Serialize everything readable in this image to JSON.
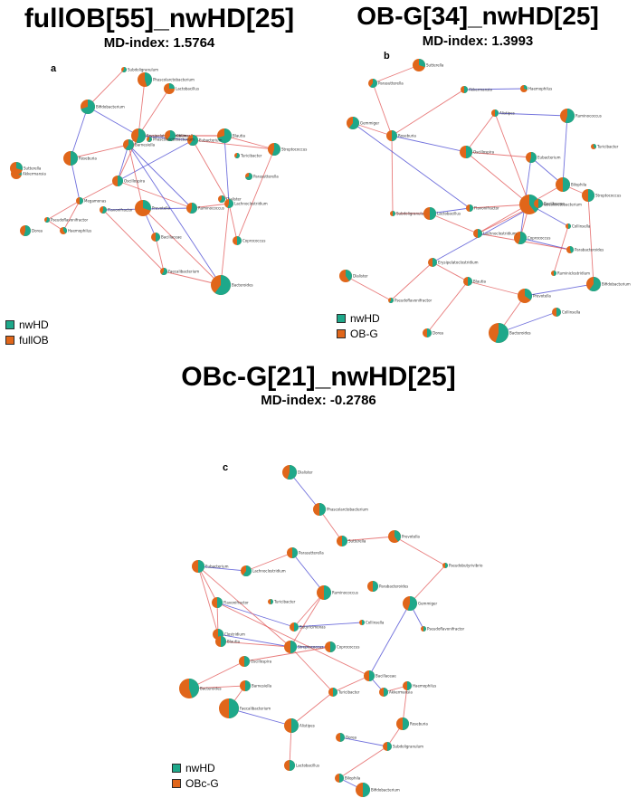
{
  "colors": {
    "nwHD": "#1ea88a",
    "other": "#e0661a",
    "pos_edge": "#e05050",
    "neg_edge": "#4040d0"
  },
  "panels": [
    {
      "id": "a",
      "title": "fullOB[55]_nwHD[25]",
      "md_index": "MD-index: 1.5764",
      "label": "a",
      "legend": [
        "nwHD",
        "fullOB"
      ],
      "nodes": [
        {
          "n": "Subdoligranulum",
          "f": 0.6,
          "r": 3
        },
        {
          "n": "Phascolarctobacterium",
          "f": 0.45,
          "r": 8
        },
        {
          "n": "Lactobacillus",
          "f": 0.25,
          "r": 6
        },
        {
          "n": "Bifidobacterium",
          "f": 0.7,
          "r": 8
        },
        {
          "n": "Erysipelatoclostridium",
          "f": 0.55,
          "r": 8
        },
        {
          "n": "Blautia",
          "f": 0.7,
          "r": 8
        },
        {
          "n": "Collinsella",
          "f": 0.6,
          "r": 6
        },
        {
          "n": "Turicibacter",
          "f": 0.6,
          "r": 3
        },
        {
          "n": "Akkermansia",
          "f": 0.3,
          "r": 6
        },
        {
          "n": "Roseburia",
          "f": 0.5,
          "r": 8
        },
        {
          "n": "Eubacterium",
          "f": 0.6,
          "r": 6
        },
        {
          "n": "Streptococcus",
          "f": 0.55,
          "r": 7
        },
        {
          "n": "Sutterella",
          "f": 0.3,
          "r": 7
        },
        {
          "n": "Phascolarctobacterium",
          "f": 0.6,
          "r": 3
        },
        {
          "n": "Parasutterella",
          "f": 0.7,
          "r": 4
        },
        {
          "n": "Oscillospira",
          "f": 0.5,
          "r": 6
        },
        {
          "n": "Megamonas",
          "f": 0.5,
          "r": 4
        },
        {
          "n": "Pseudoflavonifractor",
          "f": 0.6,
          "r": 3
        },
        {
          "n": "Dialister",
          "f": 0.6,
          "r": 4
        },
        {
          "n": "Ruminococcus",
          "f": 0.55,
          "r": 6
        },
        {
          "n": "Haemophilus",
          "f": 0.4,
          "r": 4
        },
        {
          "n": "Dorea",
          "f": 0.55,
          "r": 6
        },
        {
          "n": "Barnesiella",
          "f": 0.6,
          "r": 6
        },
        {
          "n": "Bacillaceae",
          "f": 0.5,
          "r": 5
        },
        {
          "n": "Faecalibacterium",
          "f": 0.6,
          "r": 4
        },
        {
          "n": "Coprococcus",
          "f": 0.5,
          "r": 5
        },
        {
          "n": "Lachnoclostridium",
          "f": 0.55,
          "r": 5
        },
        {
          "n": "Flavonifractor",
          "f": 0.55,
          "r": 4
        },
        {
          "n": "Prevotella",
          "f": 0.3,
          "r": 9
        },
        {
          "n": "Bacteroides",
          "f": 0.6,
          "r": 11
        }
      ]
    },
    {
      "id": "b",
      "title": "OB-G[34]_nwHD[25]",
      "md_index": "MD-index: 1.3993",
      "label": "b",
      "legend": [
        "nwHD",
        "OB-G"
      ],
      "nodes": [
        {
          "n": "Sutterella",
          "f": 0.3,
          "r": 7
        },
        {
          "n": "Parasutterella",
          "f": 0.6,
          "r": 5
        },
        {
          "n": "Akkermansia",
          "f": 0.5,
          "r": 4
        },
        {
          "n": "Haemophilus",
          "f": 0.3,
          "r": 4
        },
        {
          "n": "Ruminococcus",
          "f": 0.55,
          "r": 8
        },
        {
          "n": "Gemmiger",
          "f": 0.6,
          "r": 7
        },
        {
          "n": "Roseburia",
          "f": 0.5,
          "r": 6
        },
        {
          "n": "Alistipes",
          "f": 0.5,
          "r": 4
        },
        {
          "n": "Turicibacter",
          "f": 0.4,
          "r": 3
        },
        {
          "n": "Oscillospira",
          "f": 0.5,
          "r": 7
        },
        {
          "n": "Eubacterium",
          "f": 0.55,
          "r": 6
        },
        {
          "n": "Bilophila",
          "f": 0.5,
          "r": 8
        },
        {
          "n": "Streptococcus",
          "f": 0.5,
          "r": 7
        },
        {
          "n": "Subdoligranulum",
          "f": 0.5,
          "r": 3
        },
        {
          "n": "Lactobacillus",
          "f": 0.5,
          "r": 7
        },
        {
          "n": "Flavonifractor",
          "f": 0.5,
          "r": 4
        },
        {
          "n": "Phascolarctobacterium",
          "f": 0.4,
          "r": 11
        },
        {
          "n": "Collinsella",
          "f": 0.5,
          "r": 3
        },
        {
          "n": "Ruminiclostridium",
          "f": 0.5,
          "r": 3
        },
        {
          "n": "Coprococcus",
          "f": 0.55,
          "r": 7
        },
        {
          "n": "Parabacteroides",
          "f": 0.45,
          "r": 4
        },
        {
          "n": "Lachnoclostridium",
          "f": 0.5,
          "r": 5
        },
        {
          "n": "Bacillaceae",
          "f": 0.5,
          "r": 5
        },
        {
          "n": "Dialister",
          "f": 0.4,
          "r": 7
        },
        {
          "n": "Pseudoflavonifractor",
          "f": 0.6,
          "r": 3
        },
        {
          "n": "Erysipelatoclostridium",
          "f": 0.5,
          "r": 5
        },
        {
          "n": "Blautia",
          "f": 0.5,
          "r": 5
        },
        {
          "n": "Prevotella",
          "f": 0.35,
          "r": 8
        },
        {
          "n": "Bifidobacterium",
          "f": 0.6,
          "r": 8
        },
        {
          "n": "Dorea",
          "f": 0.5,
          "r": 5
        },
        {
          "n": "Collinsella",
          "f": 0.5,
          "r": 5
        },
        {
          "n": "Bacteroides",
          "f": 0.55,
          "r": 11
        }
      ]
    },
    {
      "id": "c",
      "title": "OBc-G[21]_nwHD[25]",
      "md_index": "MD-index: -0.2786",
      "label": "c",
      "legend": [
        "nwHD",
        "OBc-G"
      ],
      "nodes": [
        {
          "n": "Dialister",
          "f": 0.55,
          "r": 8
        },
        {
          "n": "Phascolarctobacterium",
          "f": 0.5,
          "r": 7
        },
        {
          "n": "Sutterella",
          "f": 0.5,
          "r": 6
        },
        {
          "n": "Prevotella",
          "f": 0.4,
          "r": 7
        },
        {
          "n": "Eubacterium",
          "f": 0.5,
          "r": 7
        },
        {
          "n": "Lachnoclostridium",
          "f": 0.6,
          "r": 6
        },
        {
          "n": "Parasutterella",
          "f": 0.5,
          "r": 6
        },
        {
          "n": "Ruminococcus",
          "f": 0.5,
          "r": 8
        },
        {
          "n": "Parabacteroides",
          "f": 0.5,
          "r": 6
        },
        {
          "n": "Flavonifractor",
          "f": 0.5,
          "r": 6
        },
        {
          "n": "Turicibacter",
          "f": 0.5,
          "r": 3
        },
        {
          "n": "Pseudobutyrivibrio",
          "f": 0.5,
          "r": 3
        },
        {
          "n": "Gemmiger",
          "f": 0.55,
          "r": 8
        },
        {
          "n": "Clostridium",
          "f": 0.5,
          "r": 6
        },
        {
          "n": "Butyricimonas",
          "f": 0.5,
          "r": 5
        },
        {
          "n": "Collinsella",
          "f": 0.5,
          "r": 3
        },
        {
          "n": "Pseudoflavonifractor",
          "f": 0.5,
          "r": 3
        },
        {
          "n": "Blautia",
          "f": 0.5,
          "r": 6
        },
        {
          "n": "Streptococcus",
          "f": 0.5,
          "r": 7
        },
        {
          "n": "Coprococcus",
          "f": 0.5,
          "r": 6
        },
        {
          "n": "Oscillospira",
          "f": 0.5,
          "r": 6
        },
        {
          "n": "Bacillaceae",
          "f": 0.5,
          "r": 6
        },
        {
          "n": "Bacteroides",
          "f": 0.45,
          "r": 11
        },
        {
          "n": "Barnesiella",
          "f": 0.5,
          "r": 6
        },
        {
          "n": "Turicibacter",
          "f": 0.5,
          "r": 5
        },
        {
          "n": "Akkermansia",
          "f": 0.5,
          "r": 5
        },
        {
          "n": "Haemophilus",
          "f": 0.5,
          "r": 5
        },
        {
          "n": "Faecalibacterium",
          "f": 0.5,
          "r": 11
        },
        {
          "n": "Alistipes",
          "f": 0.5,
          "r": 8
        },
        {
          "n": "Roseburia",
          "f": 0.5,
          "r": 7
        },
        {
          "n": "Dorea",
          "f": 0.5,
          "r": 5
        },
        {
          "n": "Subdoligranulum",
          "f": 0.5,
          "r": 5
        },
        {
          "n": "Lactobacillus",
          "f": 0.5,
          "r": 6
        },
        {
          "n": "Bilophila",
          "f": 0.5,
          "r": 5
        },
        {
          "n": "Bifidobacterium",
          "f": 0.5,
          "r": 8
        }
      ]
    }
  ]
}
